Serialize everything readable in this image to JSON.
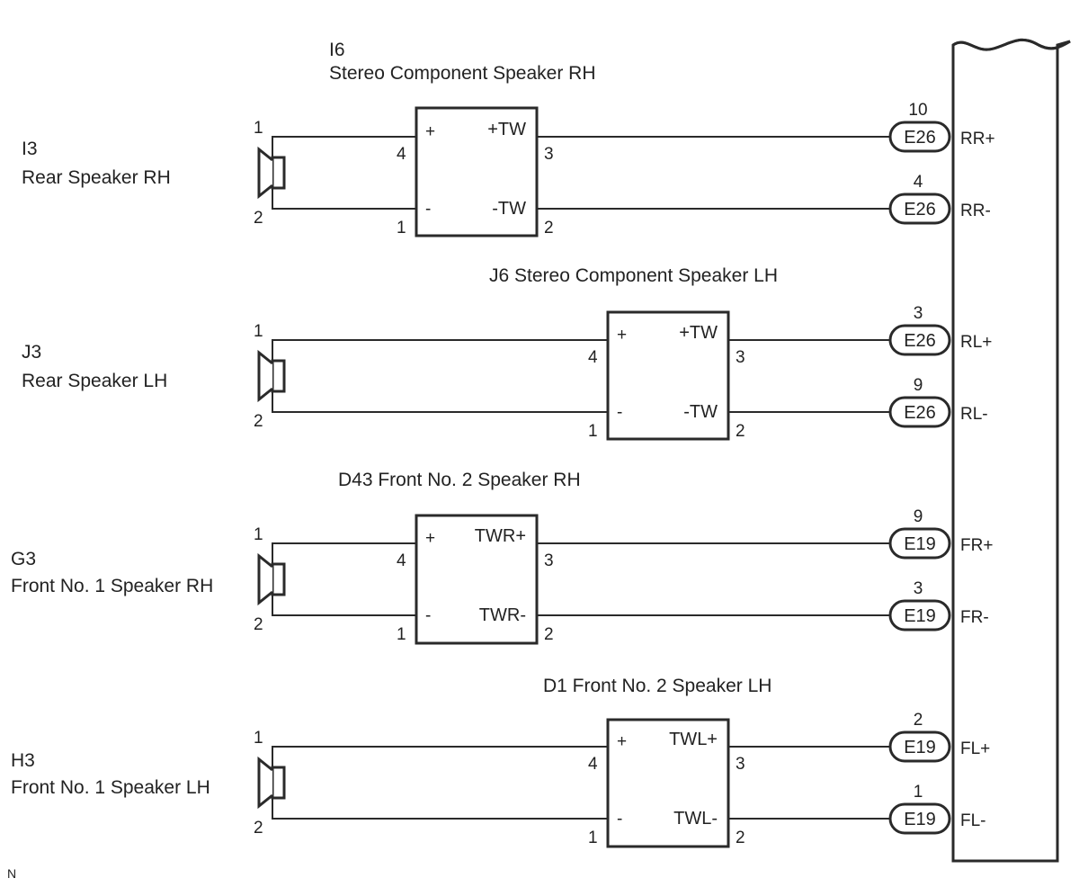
{
  "corner_mark": "N",
  "circuits": [
    {
      "speaker": {
        "id": "I3",
        "name": "Rear Speaker RH",
        "pin_top": "1",
        "pin_bot": "2"
      },
      "component": {
        "title_lines": [
          "I6",
          "Stereo Component Speaker RH"
        ],
        "pos_label": "+",
        "neg_label": "-",
        "out_pos": "+TW",
        "out_neg": "-TW",
        "pin_in_top": "4",
        "pin_in_bot": "1",
        "pin_out_top": "3",
        "pin_out_bot": "2"
      },
      "connectors": [
        {
          "pin": "10",
          "code": "E26",
          "signal": "RR+"
        },
        {
          "pin": "4",
          "code": "E26",
          "signal": "RR-"
        }
      ]
    },
    {
      "speaker": {
        "id": "J3",
        "name": "Rear Speaker LH",
        "pin_top": "1",
        "pin_bot": "2"
      },
      "component": {
        "title_lines": [
          "J6 Stereo Component Speaker LH"
        ],
        "pos_label": "+",
        "neg_label": "-",
        "out_pos": "+TW",
        "out_neg": "-TW",
        "pin_in_top": "4",
        "pin_in_bot": "1",
        "pin_out_top": "3",
        "pin_out_bot": "2"
      },
      "connectors": [
        {
          "pin": "3",
          "code": "E26",
          "signal": "RL+"
        },
        {
          "pin": "9",
          "code": "E26",
          "signal": "RL-"
        }
      ]
    },
    {
      "speaker": {
        "id": "G3",
        "name": "Front No. 1 Speaker RH",
        "pin_top": "1",
        "pin_bot": "2"
      },
      "component": {
        "title_lines": [
          "D43  Front No. 2 Speaker RH"
        ],
        "pos_label": "+",
        "neg_label": "-",
        "out_pos": "TWR+",
        "out_neg": "TWR-",
        "pin_in_top": "4",
        "pin_in_bot": "1",
        "pin_out_top": "3",
        "pin_out_bot": "2"
      },
      "connectors": [
        {
          "pin": "9",
          "code": "E19",
          "signal": "FR+"
        },
        {
          "pin": "3",
          "code": "E19",
          "signal": "FR-"
        }
      ]
    },
    {
      "speaker": {
        "id": "H3",
        "name": "Front No. 1 Speaker LH",
        "pin_top": "1",
        "pin_bot": "2"
      },
      "component": {
        "title_lines": [
          "D1  Front No. 2 Speaker LH"
        ],
        "pos_label": "+",
        "neg_label": "-",
        "out_pos": "TWL+",
        "out_neg": "TWL-",
        "pin_in_top": "4",
        "pin_in_bot": "1",
        "pin_out_top": "3",
        "pin_out_bot": "2"
      },
      "connectors": [
        {
          "pin": "2",
          "code": "E19",
          "signal": "FL+"
        },
        {
          "pin": "1",
          "code": "E19",
          "signal": "FL-"
        }
      ]
    }
  ]
}
